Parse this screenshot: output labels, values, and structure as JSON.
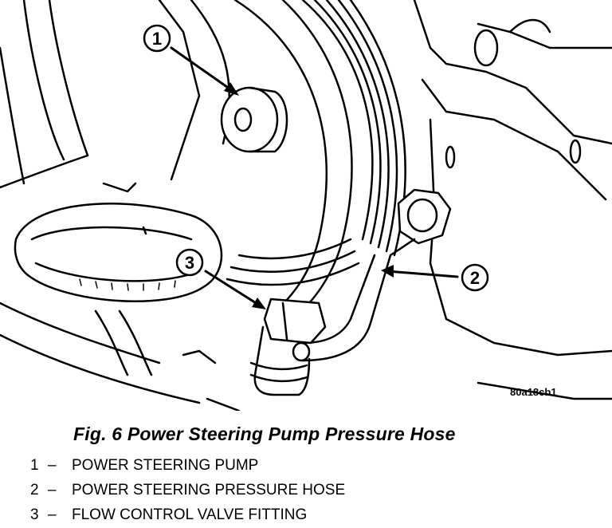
{
  "figure": {
    "code": "80a18cb1",
    "callouts": [
      "1",
      "2",
      "3"
    ]
  },
  "caption": "Fig. 6 Power Steering Pump Pressure Hose",
  "legend": [
    {
      "num": "1",
      "dash": "–",
      "label": "POWER STEERING PUMP"
    },
    {
      "num": "2",
      "dash": "–",
      "label": "POWER STEERING PRESSURE HOSE"
    },
    {
      "num": "3",
      "dash": "–",
      "label": "FLOW CONTROL VALVE FITTING"
    }
  ]
}
